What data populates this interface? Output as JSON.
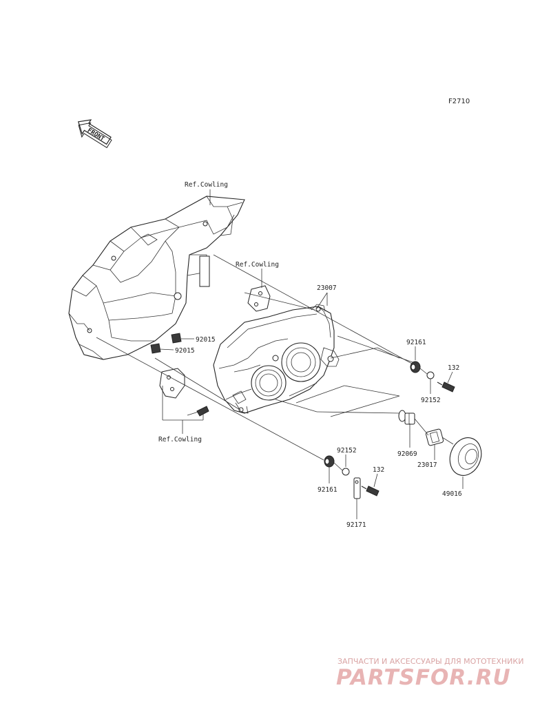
{
  "figure_code": "F2710",
  "front_label": "FRONT",
  "ref_labels": {
    "ref_top": "Ref.Cowling",
    "ref_mid": "Ref.Cowling",
    "ref_bottom": "Ref.Cowling"
  },
  "part_labels": {
    "p23007": "23007",
    "p92015a": "92015",
    "p92015b": "92015",
    "p92161a": "92161",
    "p132a": "132",
    "p92152a": "92152",
    "p92069": "92069",
    "p23017": "23017",
    "p49016": "49016",
    "p92152b": "92152",
    "p132b": "132",
    "p92161b": "92161",
    "p92171": "92171"
  },
  "watermark": {
    "tagline": "ЗАПЧАСТИ И АКСЕССУАРЫ ДЛЯ МОТОТЕХНИКИ",
    "brand": "PARTSFOR.RU"
  }
}
